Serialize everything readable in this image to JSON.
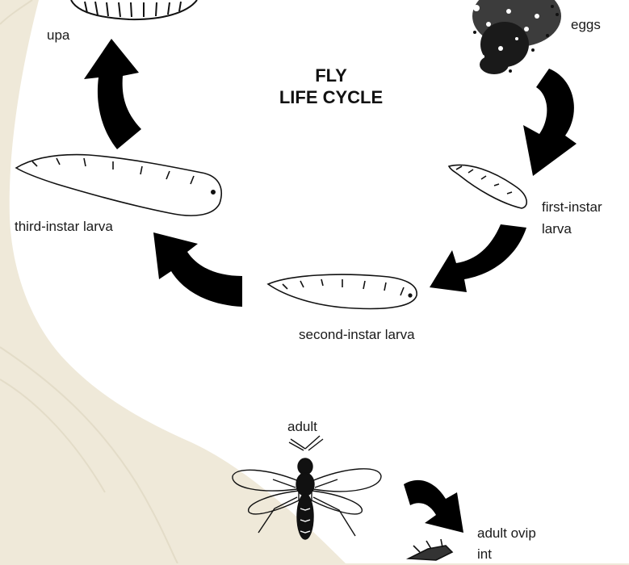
{
  "diagram": {
    "title_line1": "FLY",
    "title_line2": "LIFE CYCLE",
    "stages": {
      "pupa": "upa",
      "eggs": "eggs",
      "first_instar_line1": "first-instar",
      "first_instar_line2": "larva",
      "second_instar": "second-instar larva",
      "third_instar": "third-instar larva",
      "adult": "adult",
      "adult_oviposit": "adult ovip",
      "adult_oviposit_line2": "int"
    }
  },
  "colors": {
    "background": "#efe9d9",
    "panel": "#ffffff",
    "ink": "#111111"
  }
}
